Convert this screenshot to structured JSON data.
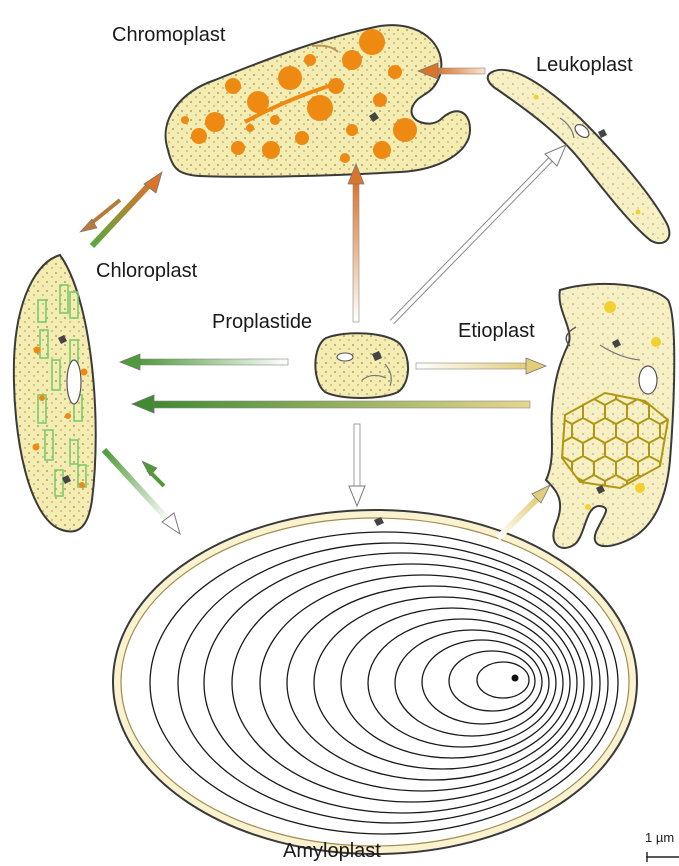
{
  "labels": {
    "chromoplast": "Chromoplast",
    "leukoplast": "Leukoplast",
    "chloroplast": "Chloroplast",
    "proplastide": "Proplastide",
    "etioplast": "Etioplast",
    "amyloplast": "Amyloplast",
    "scale_bar": "1 µm"
  },
  "colors": {
    "stroma": "#f3eaa8",
    "chromoplast_globule": "#ee8a12",
    "thylakoid": "#7ccb6d",
    "prolamellar_body": "#c6a818",
    "arrow_green": "#4f9a3a",
    "arrow_orange": "#d9742b",
    "arrow_yellow": "#e7d68e"
  }
}
